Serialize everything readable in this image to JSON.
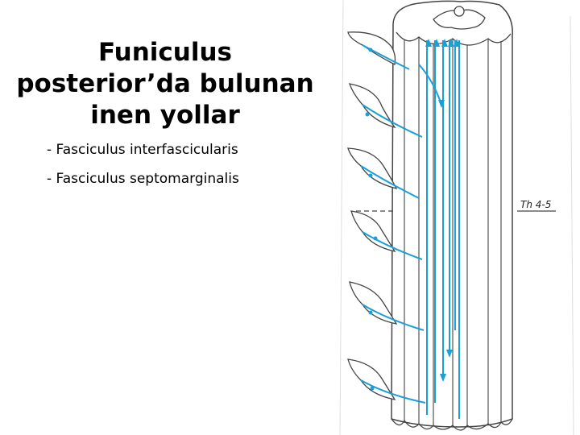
{
  "slide": {
    "title_lines": [
      "Funiculus",
      "posterior’da bulunan",
      "inen yollar"
    ],
    "bullets": [
      "- Fasciculus interfascicularis",
      "- Fasciculus septomarginalis"
    ]
  },
  "figure": {
    "segment_label": "Th 4-5",
    "colors": {
      "outline": "#444444",
      "tract": "#1a9fd8"
    }
  }
}
